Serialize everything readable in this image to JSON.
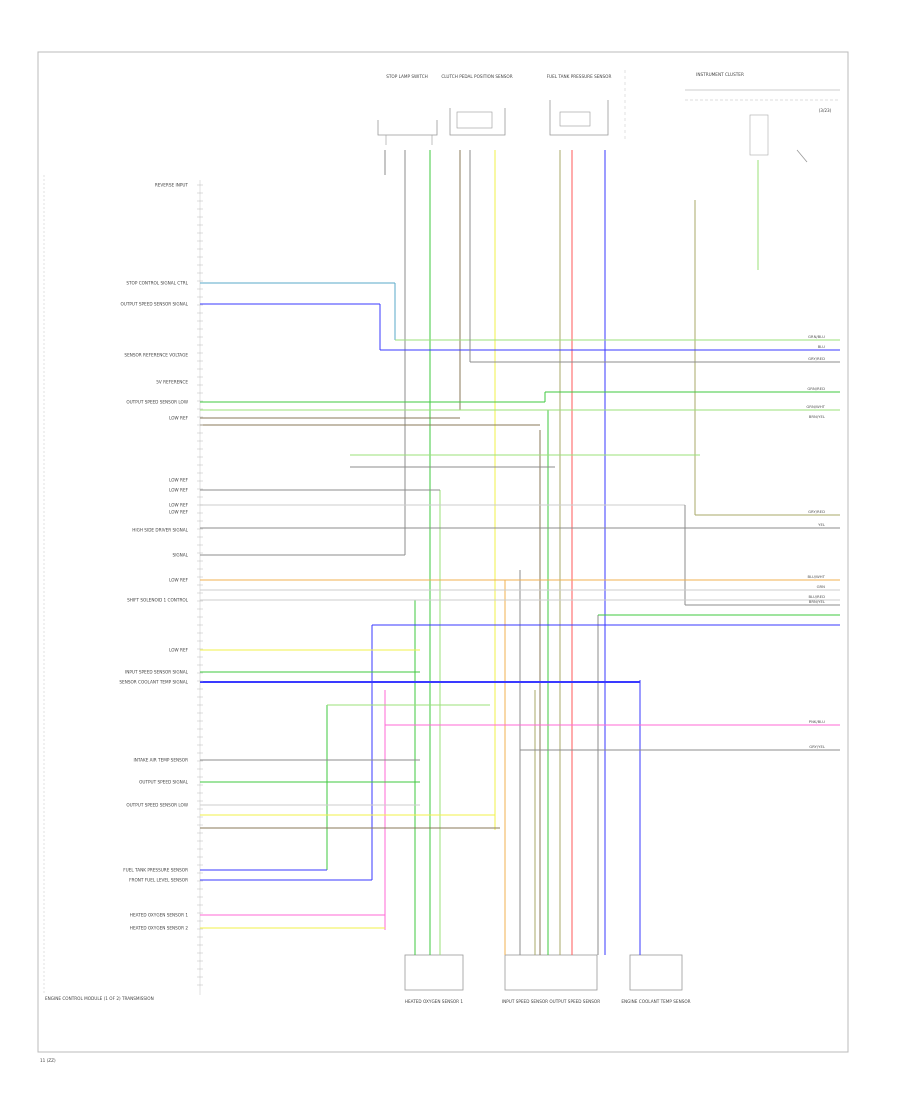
{
  "diagram": {
    "frame_title": "ENGINE CONTROL MODULE (1 OF 2) TRANSMISSION",
    "footer_code": "11 (ZZ)",
    "top_right_label": "(3/23)",
    "left_labels": [
      "REVERSE INPUT",
      "STOP CONTROL SIGNAL CTRL",
      "OUTPUT SPEED SENSOR SIGNAL",
      "SENSOR REFERENCE VOLTAGE",
      "5V REFERENCE",
      "OUTPUT SPEED SENSOR LOW",
      "LOW REF",
      "LOW REF",
      "LOW REF",
      "LOW REF",
      "LOW REF",
      "HIGH SIDE DRIVER SIGNAL",
      "SIGNAL",
      "LOW REF",
      "SHIFT SOLENOID 1 CONTROL",
      "LOW REF",
      "INPUT SPEED SENSOR SIGNAL",
      "SENSOR COOLANT TEMP SIGNAL",
      "INTAKE AIR TEMP SENSOR",
      "OUTPUT SPEED SIGNAL",
      "OUTPUT SPEED SENSOR LOW",
      "FUEL TANK PRESSURE SENSOR",
      "FRONT FUEL LEVEL SENSOR",
      "HEATED OXYGEN SENSOR 1",
      "HEATED OXYGEN SENSOR 2"
    ],
    "top_components": [
      "STOP LAMP SWITCH",
      "CLUTCH PEDAL POSITION SENSOR",
      "FUEL TANK PRESSURE SENSOR",
      "INSTRUMENT CLUSTER"
    ],
    "bottom_components": [
      "HEATED OXYGEN SENSOR 1",
      "INPUT SPEED SENSOR OUTPUT SPEED SENSOR",
      "ENGINE COOLANT TEMP SENSOR"
    ],
    "right_wire_labels": [
      "GRN/BLU",
      "BLU",
      "GRY/RED",
      "GRN/RED",
      "GRN/WHT",
      "BRN/YEL",
      "GRY/RED",
      "YEL",
      "BLU/WHT",
      "GRN",
      "BLU/RED",
      "BRN/YEL",
      "PNK/BLU",
      "GRY/YEL"
    ],
    "colors": {
      "green": "#3fc83f",
      "light_green": "#9be07a",
      "blue": "#3a3aff",
      "yellow": "#f2f24a",
      "red": "#ff5a5a",
      "olive": "#a8a86a",
      "brown": "#8a7a5a",
      "gray": "#8c8c8c",
      "pink": "#ff6ad5",
      "orange": "#f0b050",
      "teal": "#5aaac8"
    }
  }
}
